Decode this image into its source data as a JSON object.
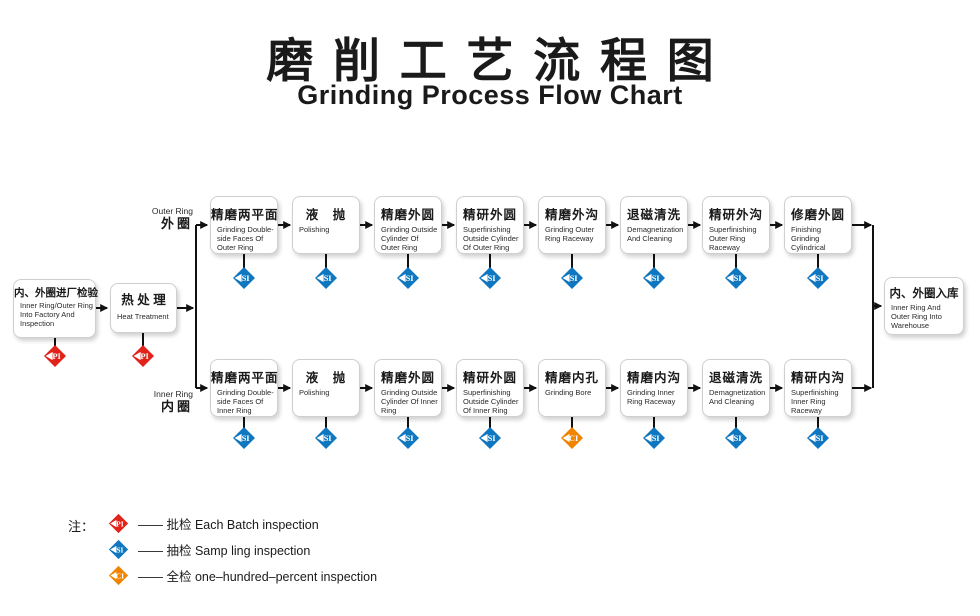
{
  "title": {
    "zh": "磨削工艺流程图",
    "en": "Grinding Process Flow Chart"
  },
  "colors": {
    "PI": "#e2231a",
    "SI": "#0f76c0",
    "CI": "#f08300",
    "line": "#111111"
  },
  "start_nodes": [
    {
      "zh": "内、外圈进厂检验",
      "en": "Inner Ring/Outer Ring Into Factory And Inspection",
      "marker": "PI"
    },
    {
      "zh": "热 处 理",
      "en": "Heat Treatment",
      "marker": "PI"
    }
  ],
  "branch_labels": {
    "outer": {
      "en": "Outer Ring",
      "zh": "外圈"
    },
    "inner": {
      "en": "Inner Ring",
      "zh": "内圈"
    }
  },
  "outer_row": [
    {
      "zh": "精磨两平面",
      "en": "Grinding Double-side Faces Of Outer Ring",
      "marker": "SI"
    },
    {
      "zh": "液　抛",
      "en": "Polishing",
      "marker": "SI"
    },
    {
      "zh": "精磨外圆",
      "en": "Grinding Outside Cylinder Of Outer Ring",
      "marker": "SI"
    },
    {
      "zh": "精研外圆",
      "en": "Superfinishing Outside Cylinder Of Outer Ring",
      "marker": "SI"
    },
    {
      "zh": "精磨外沟",
      "en": "Grinding Outer Ring Raceway",
      "marker": "SI"
    },
    {
      "zh": "退磁清洗",
      "en": "Demagnetization And Cleaning",
      "marker": "SI"
    },
    {
      "zh": "精研外沟",
      "en": "Superfinishing Outer Ring Raceway",
      "marker": "SI"
    },
    {
      "zh": "修磨外圆",
      "en": "Finishing Grinding Cylindrical",
      "marker": "SI"
    }
  ],
  "inner_row": [
    {
      "zh": "精磨两平面",
      "en": "Grinding Double-side Faces Of Inner Ring",
      "marker": "SI"
    },
    {
      "zh": "液　抛",
      "en": "Polishing",
      "marker": "SI"
    },
    {
      "zh": "精磨外圆",
      "en": "Grinding Outside Cylinder Of Inner Ring",
      "marker": "SI"
    },
    {
      "zh": "精研外圆",
      "en": "Superfinishing Outside Cylinder Of Inner Ring",
      "marker": "SI"
    },
    {
      "zh": "精磨内孔",
      "en": "Grinding Bore",
      "marker": "CI"
    },
    {
      "zh": "精磨内沟",
      "en": "Grinding Inner Ring Raceway",
      "marker": "SI"
    },
    {
      "zh": "退磁清洗",
      "en": "Demagnetization And Cleaning",
      "marker": "SI"
    },
    {
      "zh": "精研内沟",
      "en": "Superfinishing Inner Ring Raceway",
      "marker": "SI"
    }
  ],
  "end_node": {
    "zh": "内、外圈入库",
    "en": "Inner Ring And Outer Ring Into Warehouse"
  },
  "legend": {
    "note": "注：",
    "items": [
      {
        "marker": "PI",
        "label": "—— 批检 Each Batch inspection"
      },
      {
        "marker": "SI",
        "label": "—— 抽检 Samp ling inspection"
      },
      {
        "marker": "CI",
        "label": "—— 全检 one–hundred–percent inspection"
      }
    ]
  }
}
